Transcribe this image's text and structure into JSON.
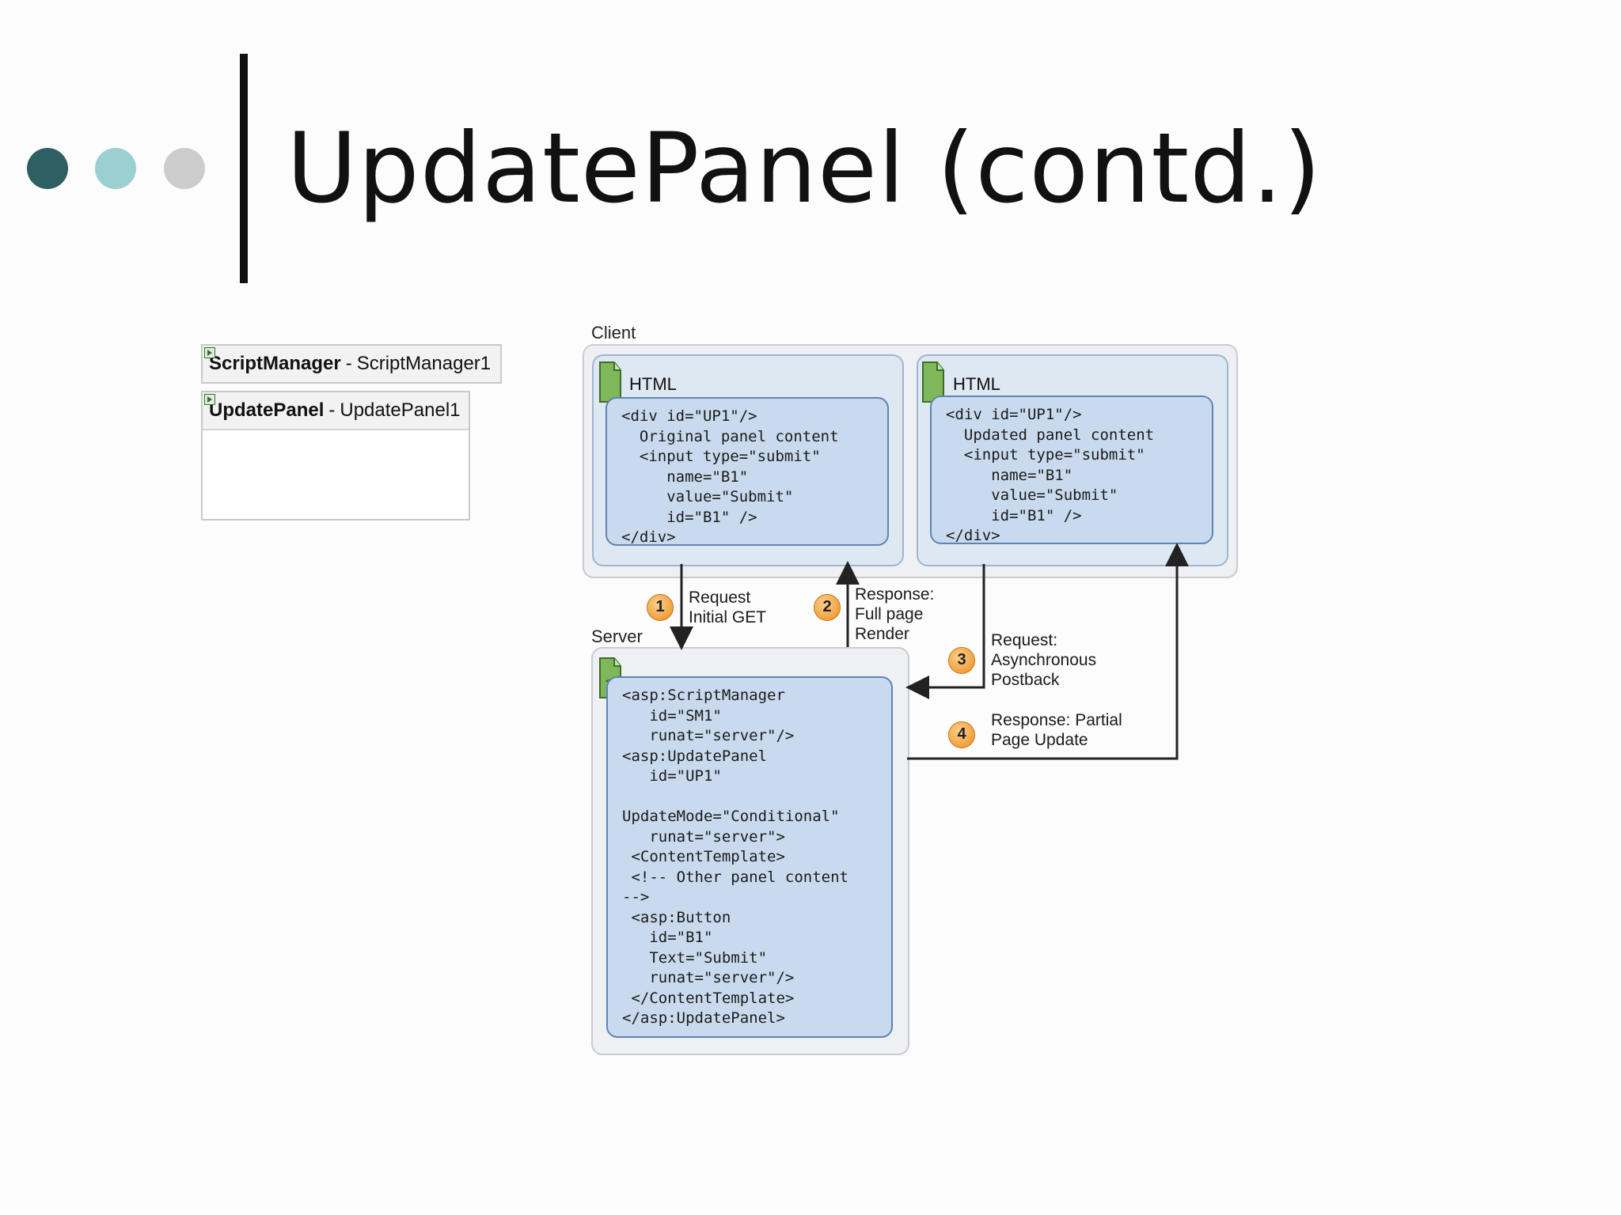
{
  "slide": {
    "title": "UpdatePanel (contd.)",
    "dots": [
      {
        "name": "dot-dark-teal",
        "color": "#2d5f63"
      },
      {
        "name": "dot-light-teal",
        "color": "#9ccfd0"
      },
      {
        "name": "dot-grey",
        "color": "#cccccc"
      }
    ]
  },
  "designer": {
    "script_manager": {
      "type": "ScriptManager",
      "separator": "-",
      "id": "ScriptManager1"
    },
    "update_panel": {
      "type": "UpdatePanel",
      "separator": "-",
      "id": "UpdatePanel1"
    }
  },
  "diagram": {
    "client_label": "Client",
    "server_label": "Server",
    "client_left": {
      "title": "HTML",
      "code": "<div id=\"UP1\"/>\n  Original panel content\n  <input type=\"submit\"\n     name=\"B1\"\n     value=\"Submit\"\n     id=\"B1\" />\n</div>"
    },
    "client_right": {
      "title": "HTML",
      "code": "<div id=\"UP1\"/>\n  Updated panel content\n  <input type=\"submit\"\n     name=\"B1\"\n     value=\"Submit\"\n     id=\"B1\" />\n</div>"
    },
    "server_code": "<asp:ScriptManager\n   id=\"SM1\"\n   runat=\"server\"/>\n<asp:UpdatePanel\n   id=\"UP1\"\n\nUpdateMode=\"Conditional\"\n   runat=\"server\">\n <ContentTemplate>\n <!-- Other panel content\n-->\n <asp:Button\n   id=\"B1\"\n   Text=\"Submit\"\n   runat=\"server\"/>\n </ContentTemplate>\n</asp:UpdatePanel>",
    "steps": [
      {
        "number": "1",
        "text": "Request\nInitial GET"
      },
      {
        "number": "2",
        "text": "Response:\nFull page\nRender"
      },
      {
        "number": "3",
        "text": "Request:\nAsynchronous\nPostback"
      },
      {
        "number": "4",
        "text": "Response: Partial\nPage Update"
      }
    ],
    "colors": {
      "panel": "#dde8f3",
      "code": "#c9daee",
      "badge": "#f0a140",
      "icon": "#5c9a3a"
    }
  }
}
